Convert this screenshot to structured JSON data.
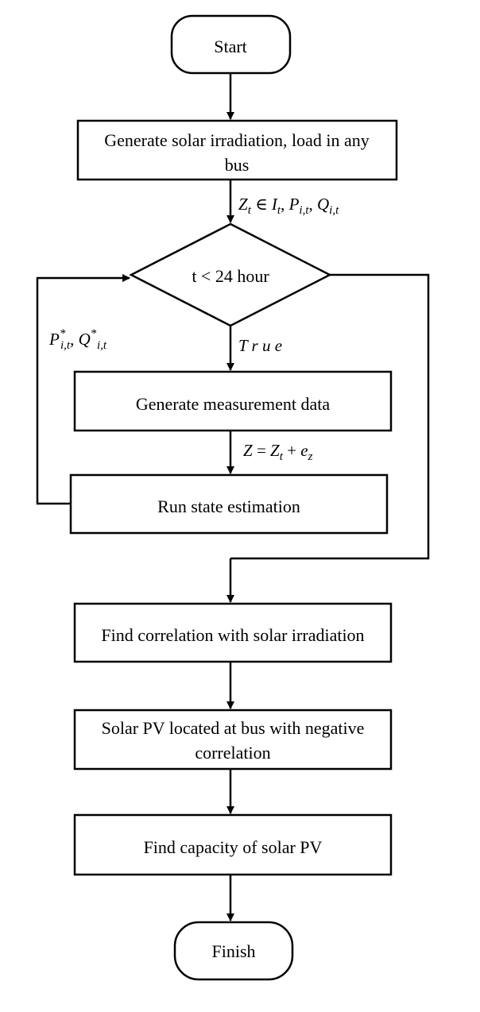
{
  "colors": {
    "stroke": "#000000",
    "background": "#ffffff",
    "text": "#000000"
  },
  "nodes": {
    "start": {
      "label": "Start",
      "shape": "rounded-terminal"
    },
    "generate_irradiation": {
      "line1": "Generate solar irradiation, load in any",
      "line2": "bus",
      "shape": "process"
    },
    "decision": {
      "label": "t < 24 hour",
      "shape": "diamond"
    },
    "generate_measurement": {
      "label": "Generate measurement data",
      "shape": "process"
    },
    "run_state_estimation": {
      "label": "Run state estimation",
      "shape": "process"
    },
    "find_correlation": {
      "label": "Find correlation with solar irradiation",
      "shape": "process"
    },
    "solar_pv_located": {
      "line1": "Solar PV located at bus with negative",
      "line2": "correlation",
      "shape": "process"
    },
    "find_capacity": {
      "label": "Find capacity of solar PV",
      "shape": "process"
    },
    "finish": {
      "label": "Finish",
      "shape": "rounded-terminal"
    }
  },
  "edge_labels": {
    "after_generation": {
      "z": "Z",
      "z_sub": "t",
      "in": " ∈ ",
      "i": "I",
      "i_sub": "t",
      "sep1": ", ",
      "p": "P",
      "p_sub": "i,t",
      "sep2": ", ",
      "q": "Q",
      "q_sub": "i,t"
    },
    "true_branch": {
      "text": "T r u e"
    },
    "measurement_eq": {
      "z": "Z",
      "eq": " = ",
      "zt": "Z",
      "zt_sub": "t",
      "plus": " + ",
      "e": "e",
      "e_sub": "z"
    },
    "feedback": {
      "p": "P",
      "p_sup": "*",
      "p_sub": "i,t",
      "sep": ", ",
      "q": "Q",
      "q_sup": "*",
      "q_sub": "i,t"
    }
  }
}
